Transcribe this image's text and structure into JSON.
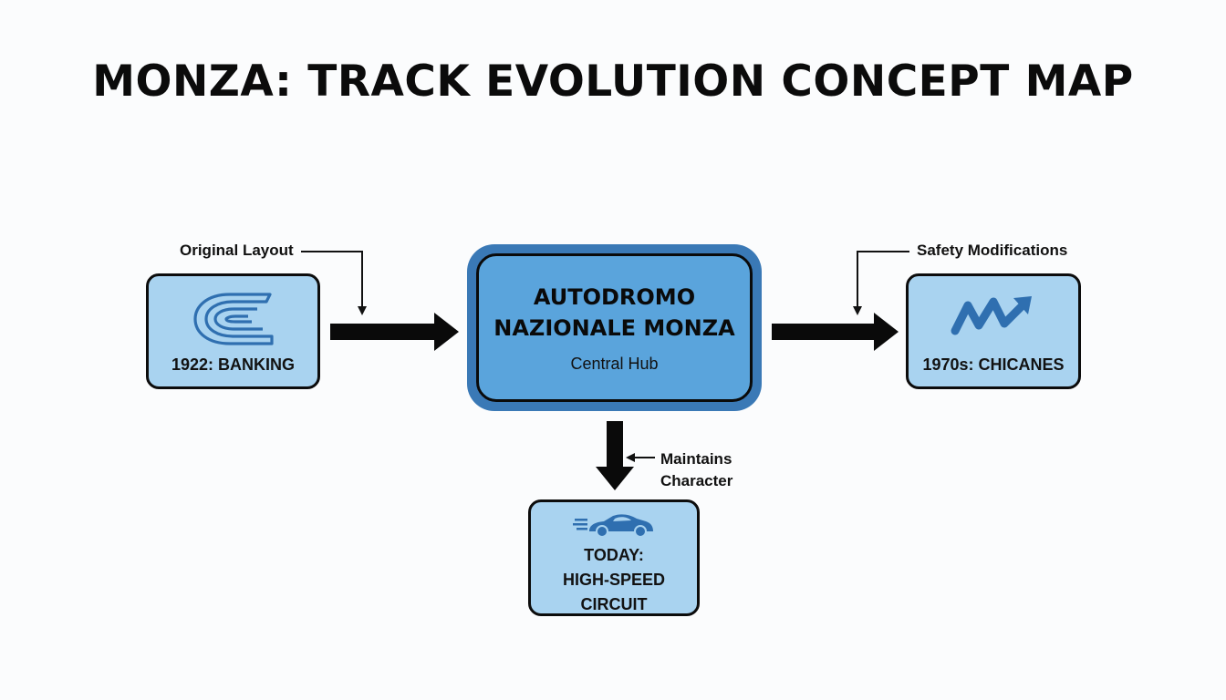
{
  "title": "MONZA: TRACK EVOLUTION CONCEPT MAP",
  "hub": {
    "title_lines": [
      "AUTODROMO",
      "NAZIONALE MONZA"
    ],
    "subtitle": "Central Hub"
  },
  "nodes": {
    "banking": {
      "label": "1922: BANKING",
      "icon": "banking-curve-icon"
    },
    "chicanes": {
      "label": "1970s: CHICANES",
      "icon": "chicane-zigzag-icon"
    },
    "today": {
      "label_lines": [
        "TODAY:",
        "HIGH-SPEED",
        "CIRCUIT"
      ],
      "icon": "race-car-icon"
    }
  },
  "annotations": {
    "original": "Original Layout",
    "safety": "Safety Modifications",
    "maintains_lines": [
      "Maintains",
      "Character"
    ]
  },
  "colors": {
    "node_fill": "#a9d3f0",
    "hub_outer": "#3a79b6",
    "hub_inner": "#5aa4dc",
    "icon": "#2f6fb0",
    "arrow": "#0a0a0a"
  }
}
